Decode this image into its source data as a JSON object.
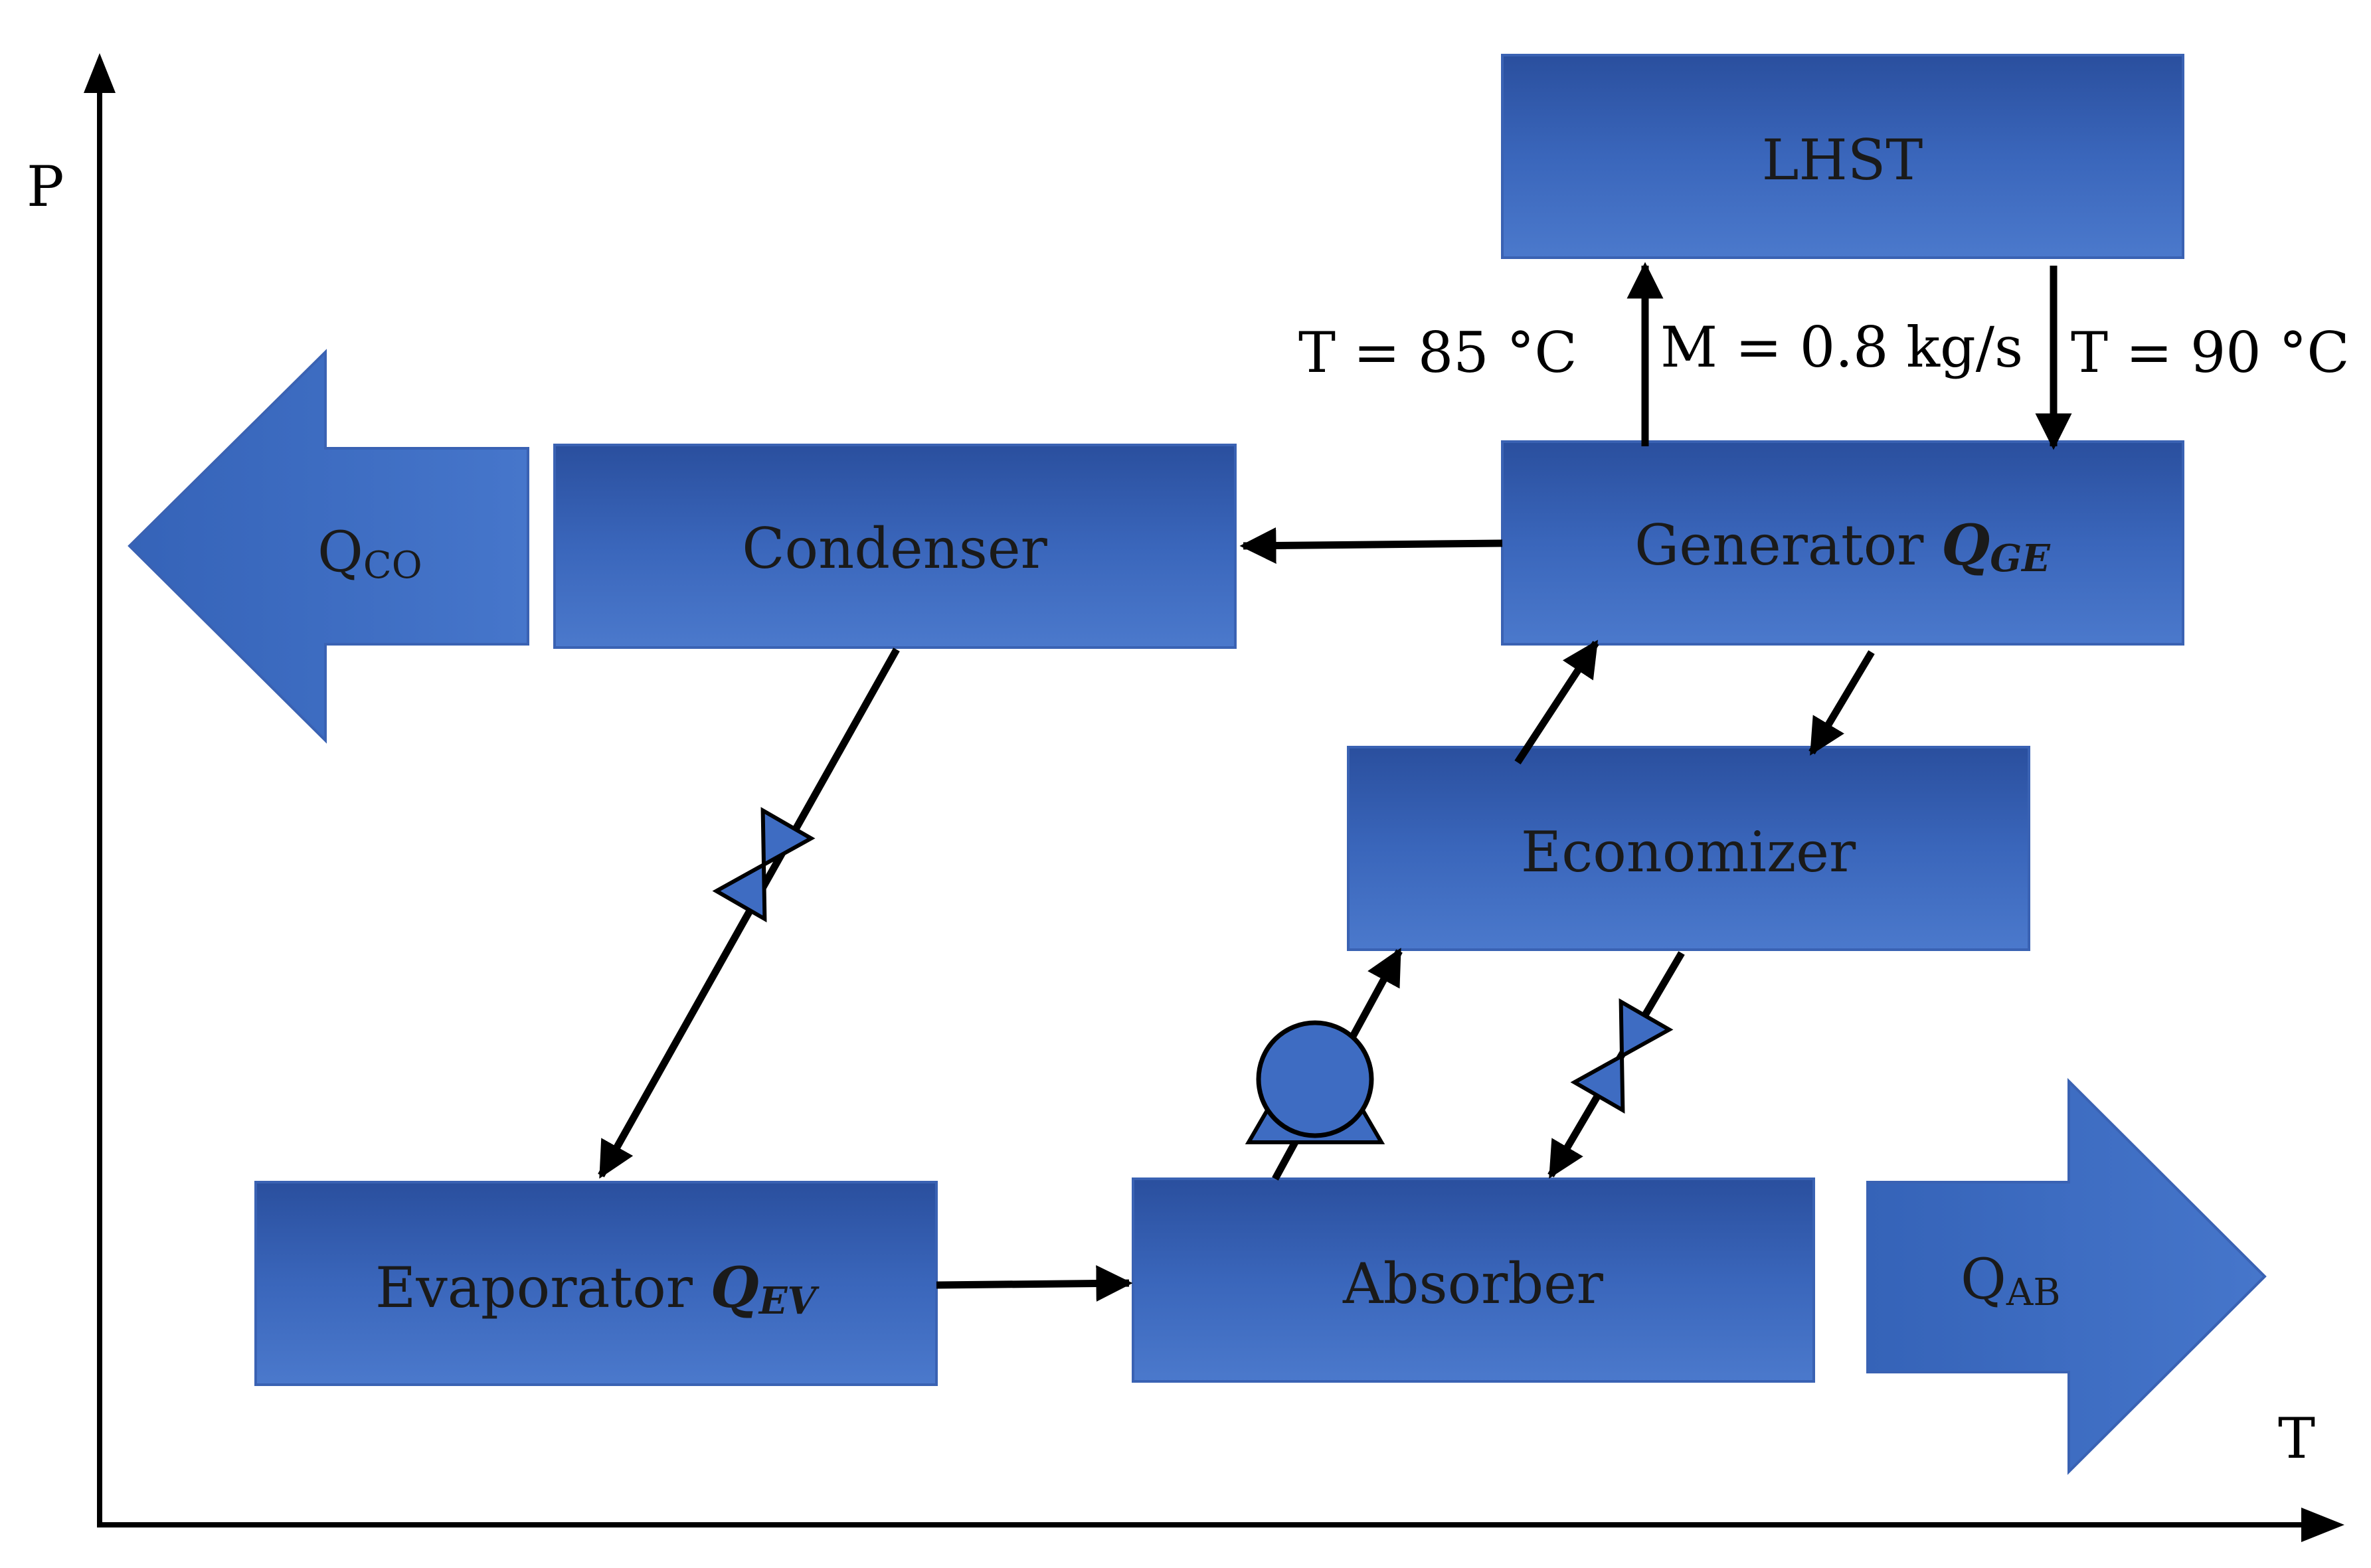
{
  "axes": {
    "y_label": "P",
    "x_label": "T"
  },
  "components": {
    "lhst": "LHST",
    "condenser": "Condenser",
    "generator": {
      "name": "Generator",
      "symbol": "Q",
      "subscript": "GE"
    },
    "economizer": "Economizer",
    "evaporator": {
      "name": "Evaporator",
      "symbol": "Q",
      "subscript": "EV"
    },
    "absorber": "Absorber"
  },
  "heat_flows": {
    "condenser_out": {
      "symbol": "Q",
      "subscript": "CO"
    },
    "absorber_out": {
      "symbol": "Q",
      "subscript": "AB"
    }
  },
  "annotations": {
    "return_temp": "T = 85 °C",
    "mass_flow": "M = 0.8 kg/s",
    "supply_temp": "T = 90 °C"
  },
  "colors": {
    "box_top": "#2f56a6",
    "box_bottom": "#4a77c9",
    "box_border": "#3a62b3",
    "arrow_fill": "#3e6cc2",
    "line": "#000000"
  }
}
